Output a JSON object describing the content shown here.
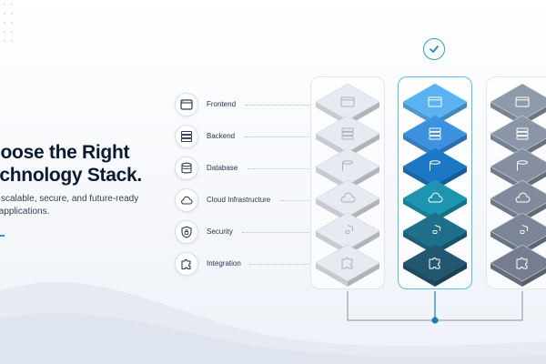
{
  "hero": {
    "title_line1": "hoose the Right",
    "title_line2": "echnology Stack.",
    "subtitle_line1": "l scalable, secure, and future-ready",
    "subtitle_line2": " applications."
  },
  "layers": [
    {
      "label": "Frontend",
      "icon": "browser-window-icon"
    },
    {
      "label": "Backend",
      "icon": "server-icon"
    },
    {
      "label": "Database",
      "icon": "database-icon"
    },
    {
      "label": "Cloud Infrastructure",
      "icon": "cloud-icon"
    },
    {
      "label": "Security",
      "icon": "shield-lock-icon"
    },
    {
      "label": "Integration",
      "icon": "puzzle-piece-icon"
    }
  ],
  "stacks": [
    {
      "name": "option-light",
      "selected": false,
      "tile_colors": [
        "#e7ebf1",
        "#e7ebf1",
        "#e7ebf1",
        "#e7ebf1",
        "#e7ebf1",
        "#e7ebf1"
      ],
      "icon_color": "#a9b3c4"
    },
    {
      "name": "option-selected",
      "selected": true,
      "tile_colors": [
        "#5ab3f0",
        "#3d92e0",
        "#1c78c4",
        "#1e95b0",
        "#1f6f8a",
        "#23566f"
      ],
      "icon_color": "#ffffff"
    },
    {
      "name": "option-dark",
      "selected": false,
      "tile_colors": [
        "#8e99a9",
        "#8a95a5",
        "#858fa0",
        "#818b9b",
        "#7b8596",
        "#747e8f"
      ],
      "icon_color": "#ffffff"
    }
  ],
  "colors": {
    "accent": "#2aa0c8",
    "text_dark": "#0c1b33",
    "connector": "#7d8aa0",
    "connector_dot": "#1a7fae"
  }
}
